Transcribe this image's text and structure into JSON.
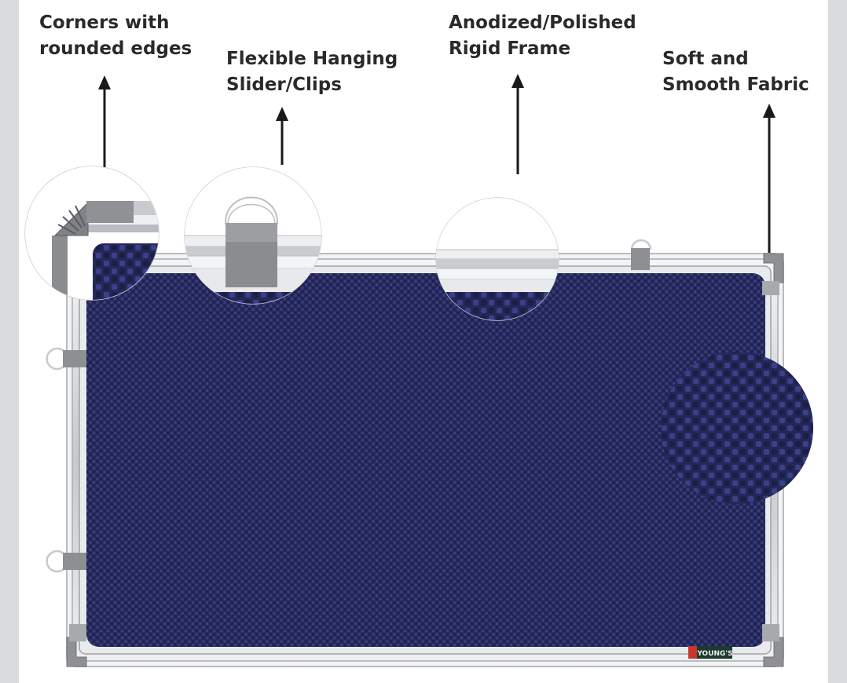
{
  "callouts": {
    "corners": {
      "line1": "Corners with",
      "line2": "rounded edges"
    },
    "clips": {
      "line1": "Flexible Hanging",
      "line2": "Slider/Clips"
    },
    "frame": {
      "line1": "Anodized/Polished",
      "line2": "Rigid Frame"
    },
    "fabric": {
      "line1": "Soft and",
      "line2": "Smooth Fabric"
    }
  },
  "board": {
    "brand_label": "YOUNG'S",
    "fabric_color": "#2b2f63",
    "frame_color": "#c9ccd0",
    "corner_color": "#8d8f92"
  }
}
